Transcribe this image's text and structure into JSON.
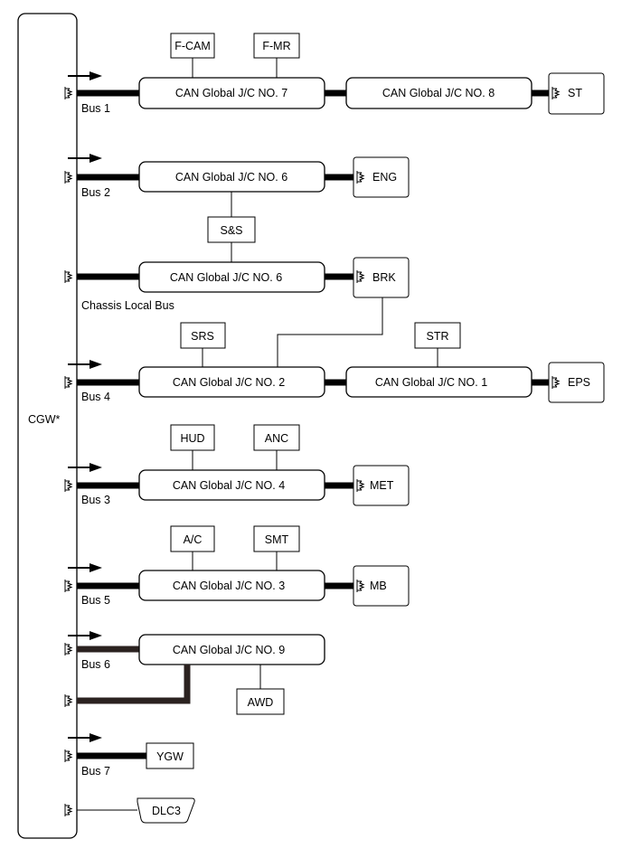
{
  "gateway": {
    "label": "CGW*"
  },
  "buses": {
    "bus1": "Bus 1",
    "bus2": "Bus 2",
    "chassis": "Chassis Local Bus",
    "bus4": "Bus 4",
    "bus3": "Bus 3",
    "bus5": "Bus 5",
    "bus6": "Bus 6",
    "bus7": "Bus 7"
  },
  "junctions": {
    "jc7": "CAN Global J/C NO. 7",
    "jc8": "CAN Global J/C NO. 8",
    "jc6a": "CAN Global J/C NO. 6",
    "jc6b": "CAN Global J/C NO. 6",
    "jc2": "CAN Global J/C NO. 2",
    "jc1": "CAN Global J/C NO. 1",
    "jc4": "CAN Global J/C NO. 4",
    "jc3": "CAN Global J/C NO. 3",
    "jc9": "CAN Global J/C NO. 9"
  },
  "ecus": {
    "fcam": "F-CAM",
    "fmr": "F-MR",
    "st": "ST",
    "eng": "ENG",
    "ss": "S&S",
    "brk": "BRK",
    "srs": "SRS",
    "str": "STR",
    "eps": "EPS",
    "hud": "HUD",
    "anc": "ANC",
    "met": "MET",
    "ac": "A/C",
    "smt": "SMT",
    "mb": "MB",
    "awd": "AWD",
    "ygw": "YGW",
    "dlc3": "DLC3"
  }
}
